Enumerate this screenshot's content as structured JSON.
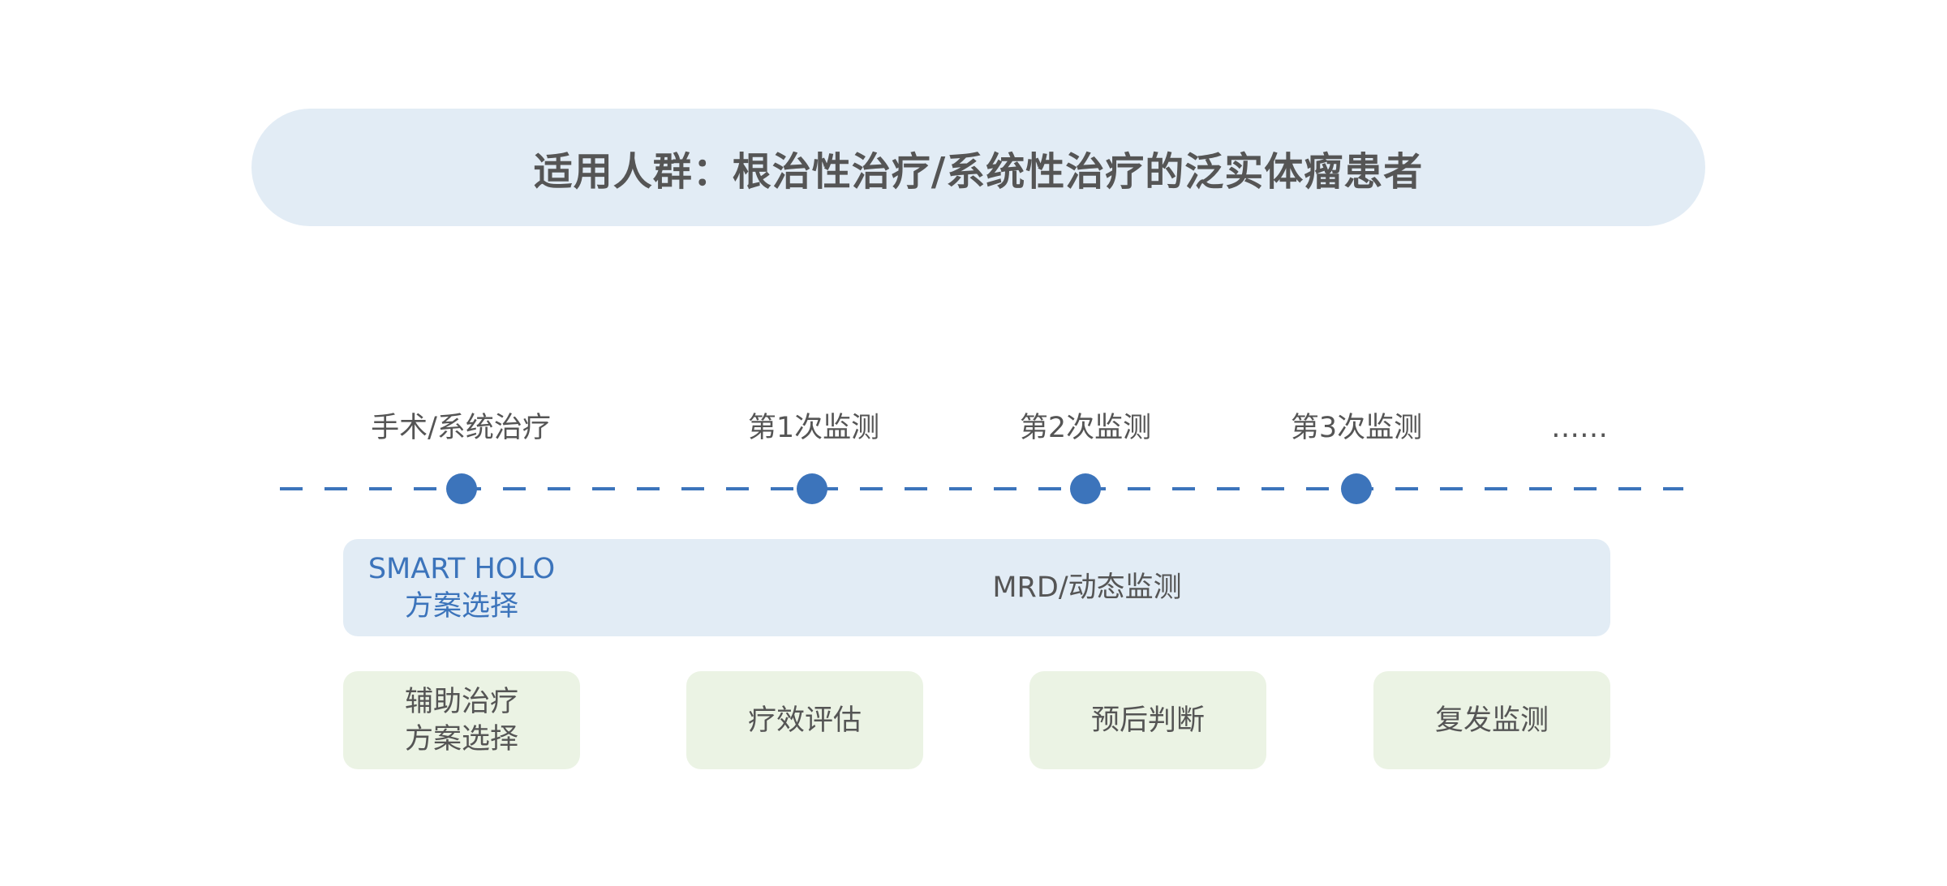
{
  "title": "适用人群：根治性治疗/系统性治疗的泛实体瘤患者",
  "stages": [
    {
      "label": "手术/系统治疗"
    },
    {
      "label": "第1次监测"
    },
    {
      "label": "第2次监测"
    },
    {
      "label": "第3次监测"
    },
    {
      "label": "……"
    }
  ],
  "smart_holo": {
    "line1": "SMART HOLO",
    "line2": "方案选择"
  },
  "mrd_label": "MRD/动态监测",
  "outcomes": [
    {
      "line1": "辅助治疗",
      "line2": "方案选择"
    },
    {
      "line1": "疗效评估",
      "line2": ""
    },
    {
      "line1": "预后判断",
      "line2": ""
    },
    {
      "line1": "复发监测",
      "line2": ""
    }
  ],
  "colors": {
    "timeline_blue": "#3c74bb",
    "band_blue": "#e2ecf5",
    "box_green": "#ebf3e4",
    "text_gray": "#555555"
  }
}
